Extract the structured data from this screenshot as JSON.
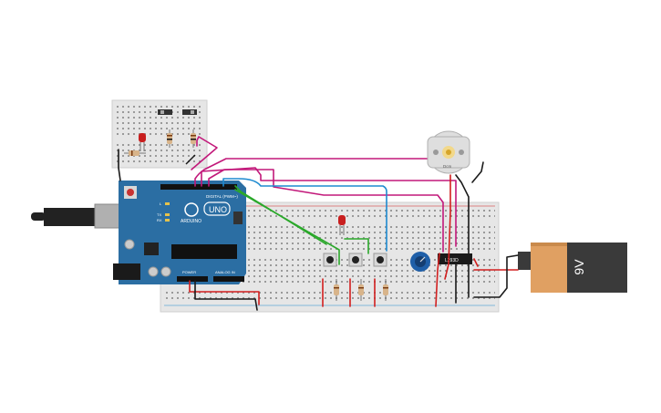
{
  "arduino": {
    "brand": "ARDUINO",
    "model": "UNO",
    "digital_header": "DIGITAL (PWM~)",
    "power_header": "POWER",
    "analog_header": "ANALOG IN",
    "led_labels": [
      "L",
      "TX",
      "RX"
    ]
  },
  "motor": {
    "label": "Dcm"
  },
  "driver": {
    "label": "L293D"
  },
  "battery": {
    "label": "9V"
  },
  "colors": {
    "pcb": "#2b6ea3",
    "breadboard": "#e6e6e6",
    "battery_body": "#e0a062",
    "battery_cap": "#3a3a3a",
    "wire_magenta": "#c2187a",
    "wire_blue": "#1e8ad0",
    "wire_green": "#2aa82a",
    "wire_red": "#d21f1f",
    "wire_black": "#1a1a1a",
    "led_red": "#c81e1e",
    "pot_blue": "#1f5fa8"
  }
}
